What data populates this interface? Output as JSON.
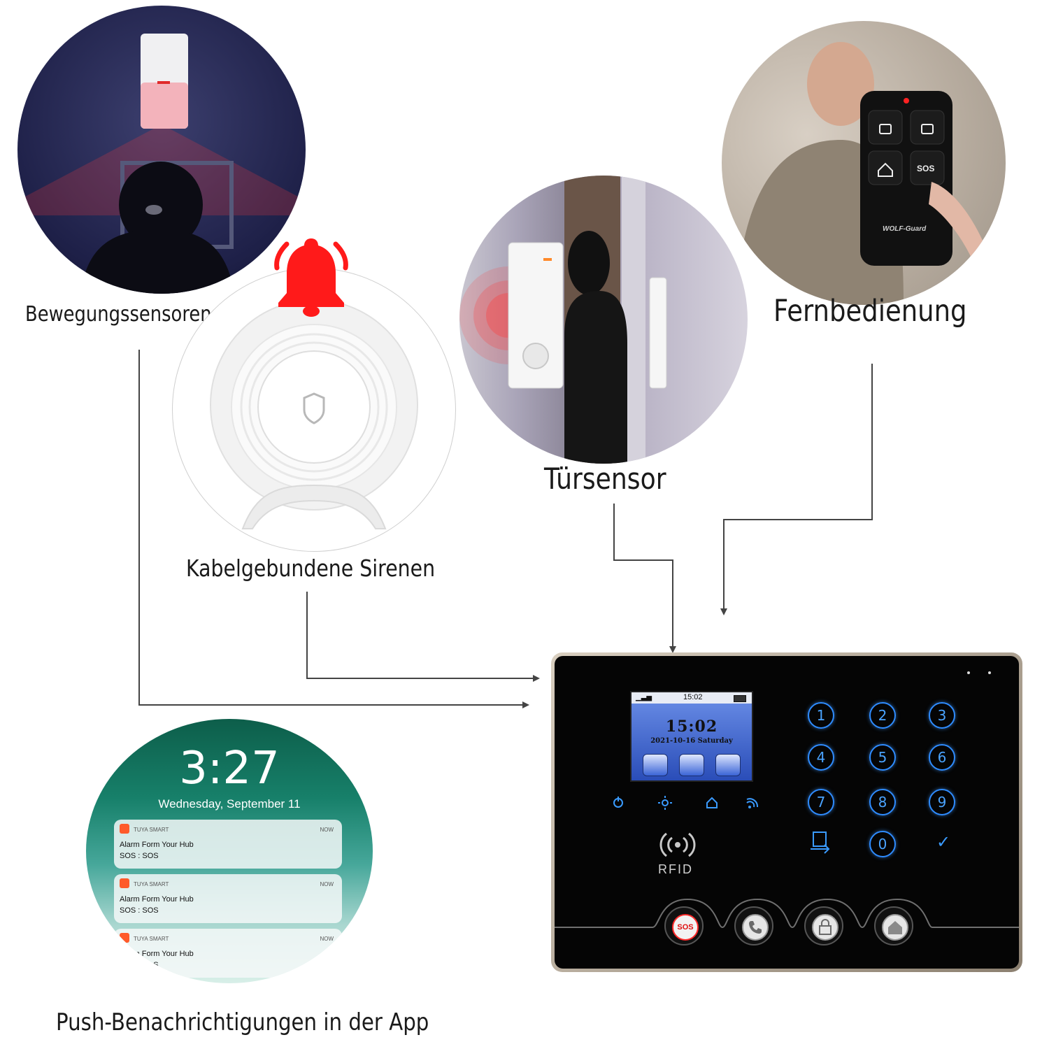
{
  "labels": {
    "motion": "Bewegungssensoren",
    "siren": "Kabelgebundene Sirenen",
    "door": "Türsensor",
    "remote": "Fernbedienung",
    "push": "Push-Benachrichtigungen in der App"
  },
  "remote": {
    "brand": "WOLF-Guard",
    "sos_label": "SOS"
  },
  "phone": {
    "time": "3:27",
    "date": "Wednesday, September 11",
    "notifications": [
      {
        "app": "TUYA SMART",
        "when": "NOW",
        "title": "Alarm Form Your Hub",
        "body": "SOS : SOS"
      },
      {
        "app": "TUYA SMART",
        "when": "NOW",
        "title": "Alarm Form Your Hub",
        "body": "SOS : SOS"
      },
      {
        "app": "TUYA SMART",
        "when": "NOW",
        "title": "Alarm Form Your Hub",
        "body": "SOS : SOS"
      }
    ]
  },
  "panel": {
    "status_time": "15:02",
    "time": "15:02",
    "date": "2021-10-16 Saturday",
    "keys": [
      "1",
      "2",
      "3",
      "4",
      "5",
      "6",
      "7",
      "8",
      "9",
      "0"
    ],
    "confirm_glyph": "✓",
    "rfid_label": "RFID",
    "sos_label": "SOS"
  },
  "colors": {
    "key_blue": "#2f8cff",
    "alarm_red": "#ff1a1a",
    "connector": "#444444"
  }
}
